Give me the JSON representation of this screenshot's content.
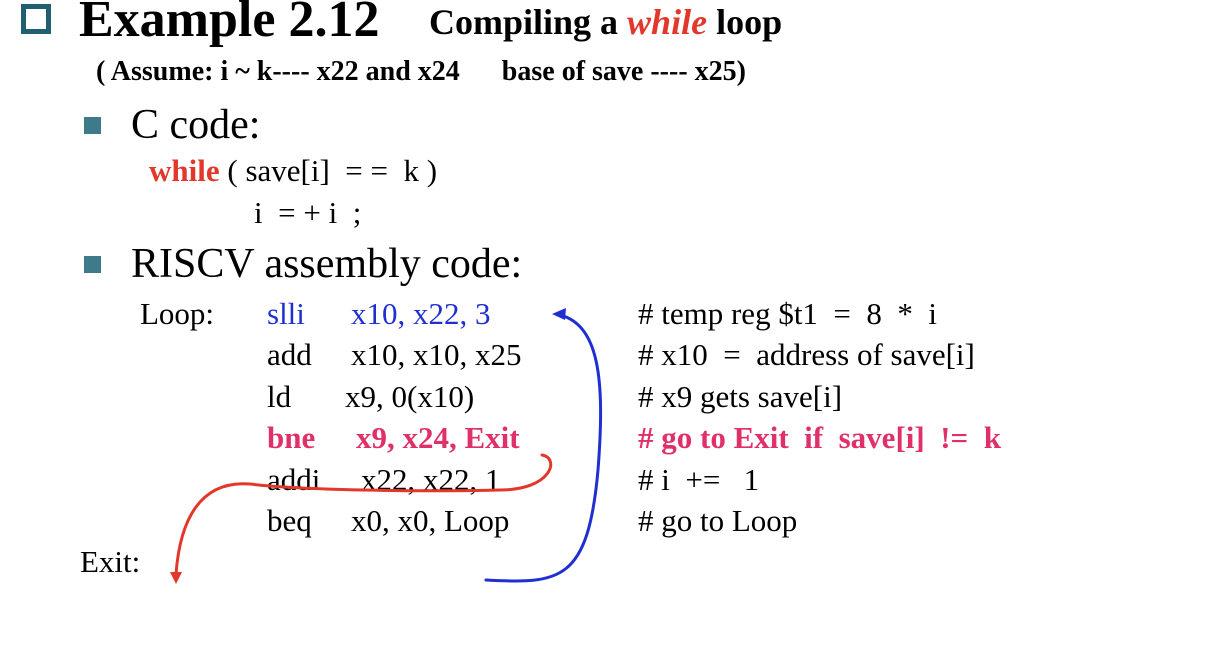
{
  "title": {
    "main": "Example 2.12",
    "sub_prefix": "Compiling a ",
    "sub_emph": "while",
    "sub_suffix": " loop"
  },
  "assumption": "( Assume: i ~ k---- x22 and x24      base of save ---- x25)",
  "c_section": {
    "heading": "C code:",
    "line1_keyword": "while",
    "line1_rest": " ( save[i]  = =  k )",
    "line2": "i  = + i  ;"
  },
  "asm_section": {
    "heading": "RISCV assembly code:",
    "loop_label": "Loop:",
    "exit_label": "Exit:",
    "rows": [
      {
        "op": "slli",
        "args": "x10, x22, 3",
        "comment": "# temp reg $t1  =  8  *  i"
      },
      {
        "op": "add",
        "args": "x10, x10, x25",
        "comment": "# x10  =  address of save[i]"
      },
      {
        "op": "ld",
        "args": "x9, 0(x10)",
        "comment": "# x9 gets save[i]"
      },
      {
        "op": "bne",
        "args": "x9, x24, Exit",
        "comment": "# go to Exit  if  save[i]  !=  k"
      },
      {
        "op": "addi",
        "args": "x22, x22, 1",
        "comment": "# i  +=   1"
      },
      {
        "op": "beq",
        "args": "x0, x0, Loop",
        "comment": "# go to Loop"
      }
    ]
  },
  "colors": {
    "keyword_red": "#e2372a",
    "highlight_blue": "#1f2fd0",
    "highlight_pink": "#e0306a",
    "bullet_teal": "#3f7a8a",
    "loop_arrow": "#1f2fd0",
    "exit_arrow": "#e2372a"
  }
}
